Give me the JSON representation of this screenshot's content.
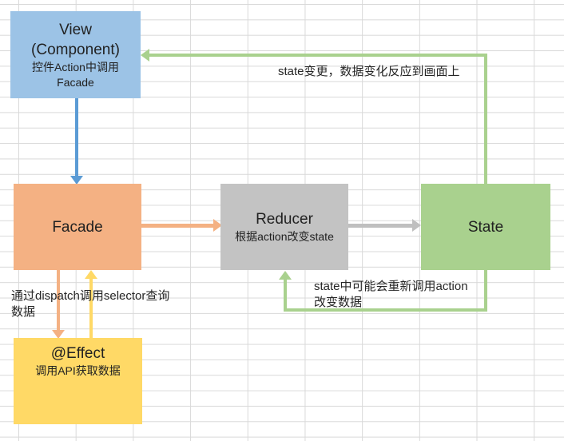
{
  "canvas": {
    "background": "#ffffff",
    "gridline_color": "#d9d9d9"
  },
  "nodes": {
    "view": {
      "title": "View",
      "subtitle": "(Component)",
      "note_line1": "控件Action中调用",
      "note_line2": "Facade",
      "fill": "#9CC3E6"
    },
    "facade": {
      "title": "Facade",
      "fill": "#F4B183"
    },
    "reducer": {
      "title": "Reducer",
      "note": "根据action改变state",
      "fill": "#C3C3C3"
    },
    "state": {
      "title": "State",
      "fill": "#A9D18E"
    },
    "effect": {
      "title": "@Effect",
      "note": "调用API获取数据",
      "fill": "#FFD966"
    }
  },
  "edges": {
    "view_to_facade": {
      "color": "#5B9BD5"
    },
    "facade_to_reducer": {
      "color": "#F4B183"
    },
    "reducer_to_state": {
      "color": "#BFBFBF"
    },
    "state_to_view": {
      "color": "#A9D18E",
      "label": "state变更，数据变化反应到画面上"
    },
    "state_to_reducer": {
      "color": "#A9D18E",
      "label_line1": "state中可能会重新调用action",
      "label_line2": "改变数据"
    },
    "facade_to_effect": {
      "color": "#F4B183",
      "label_line1": "通过dispatch调用selector查询",
      "label_line2": "数据"
    },
    "effect_to_facade": {
      "color": "#FFD966"
    }
  }
}
